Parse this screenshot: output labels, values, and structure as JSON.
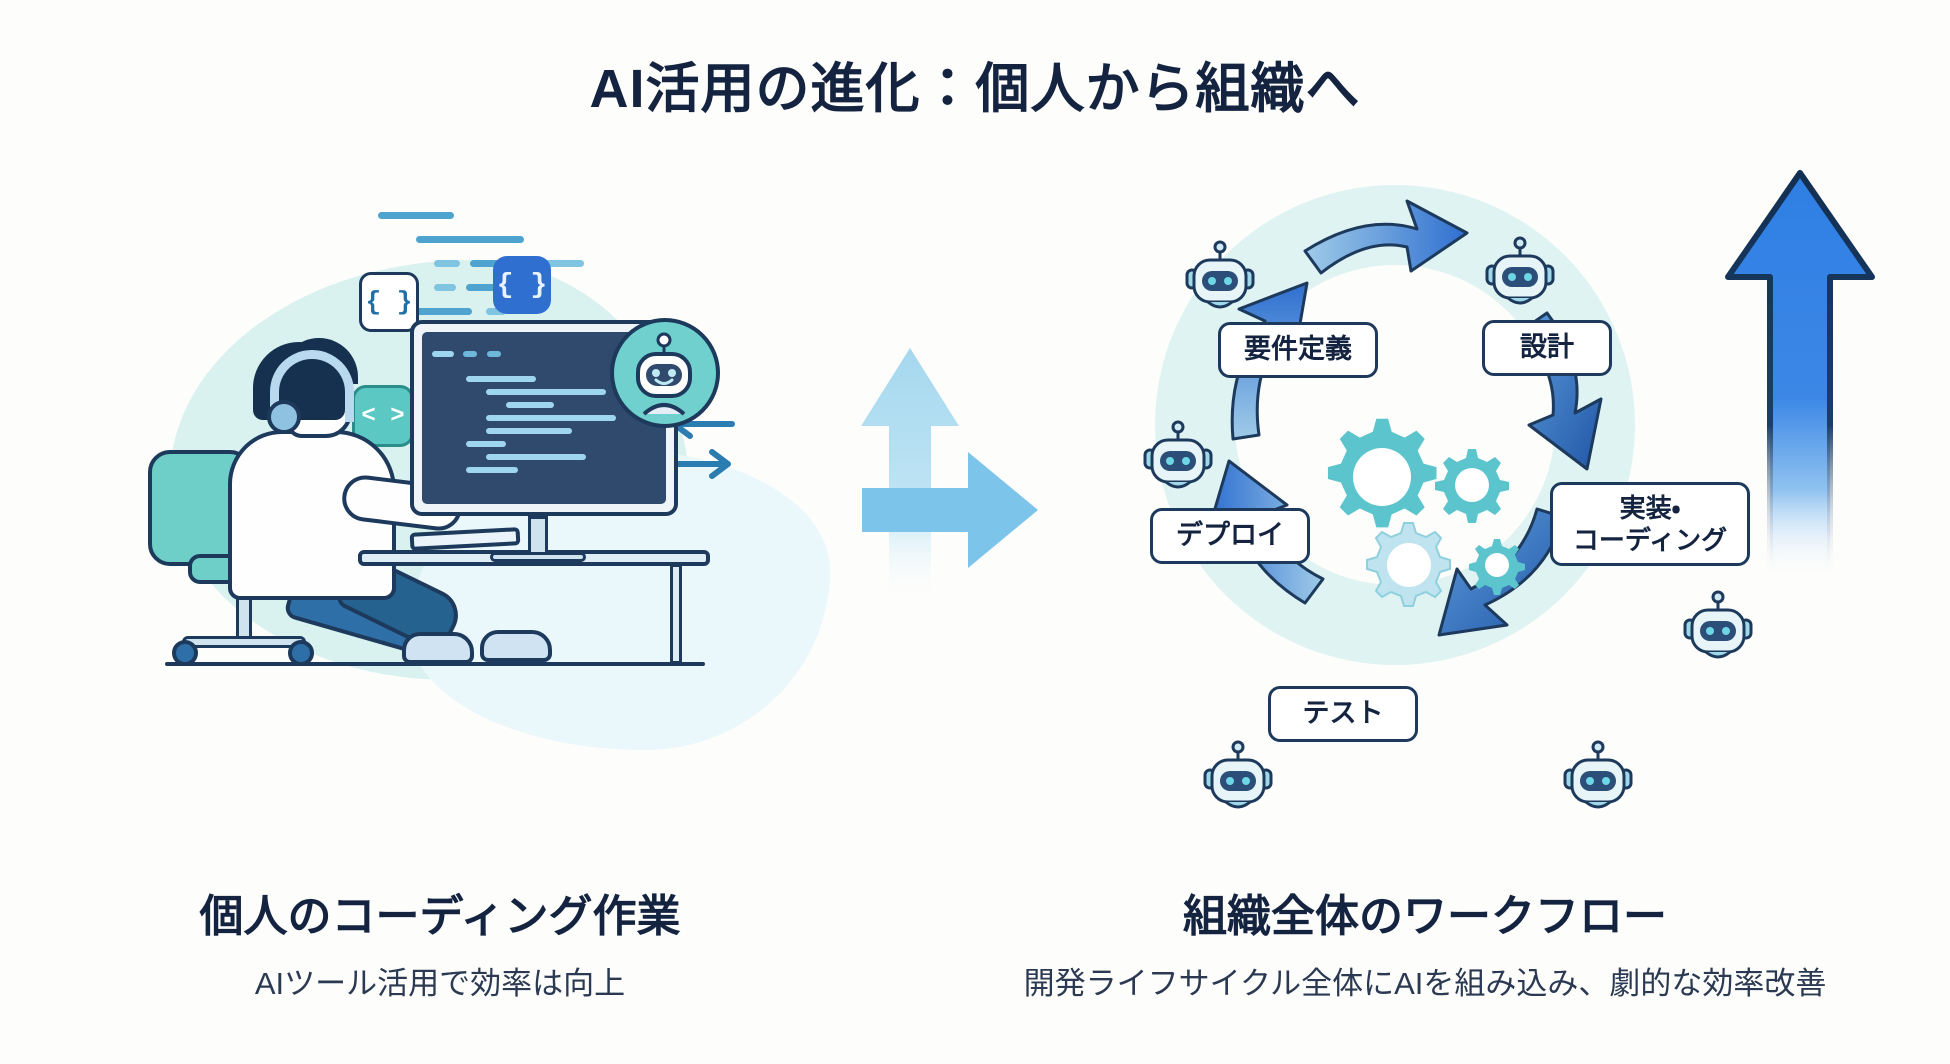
{
  "title": "AI活用の進化：個人から組織へ",
  "colors": {
    "ink": "#142440",
    "accent_blue": "#2f6fd0",
    "light_blue": "#7cc4ea",
    "teal": "#6ecfc9",
    "blob": "#d9f2ef",
    "ring": "#dff3f3",
    "page_bg": "#fdfdfb"
  },
  "left_panel": {
    "name": "individual-coding",
    "badges": [
      {
        "id": "badge-braces-outline",
        "glyph": "{ }"
      },
      {
        "id": "badge-braces-filled",
        "glyph": "{ }"
      },
      {
        "id": "badge-angle-brackets",
        "glyph": "< >"
      }
    ],
    "arrow_up_label": "上昇矢印",
    "caption": {
      "heading": "個人のコーディング作業",
      "subtext": "AIツール活用で効率は向上"
    }
  },
  "center": {
    "arrow_label": "右向き矢印"
  },
  "right_panel": {
    "name": "organization-workflow",
    "cycle": {
      "nodes": [
        {
          "id": "requirements",
          "label": "要件定義"
        },
        {
          "id": "design",
          "label": "設計"
        },
        {
          "id": "implementation",
          "label_line1": "実装・",
          "label_line2": "コーディング"
        },
        {
          "id": "test",
          "label": "テスト"
        },
        {
          "id": "deploy",
          "label": "デプロイ"
        }
      ],
      "robot_count": 6,
      "gear_count": 4
    },
    "arrow_up_label": "大きな上昇矢印",
    "caption": {
      "heading": "組織全体のワークフロー",
      "subtext": "開発ライフサイクル全体にAIを組み込み、劇的な効率改善"
    }
  }
}
